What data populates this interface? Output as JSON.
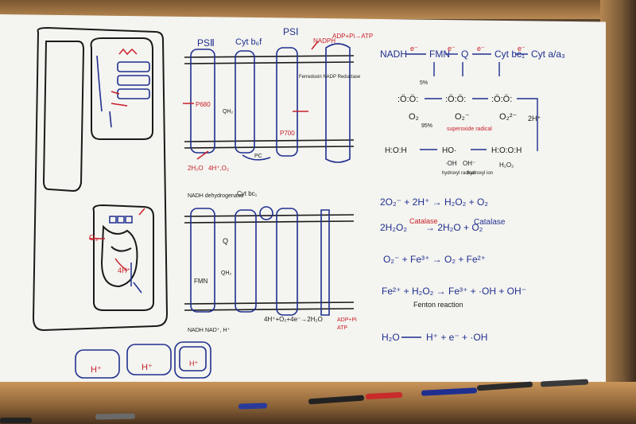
{
  "scene": {
    "colors": {
      "board": "#f4f4f0",
      "frame": "#b98a52",
      "blue_ink": "#1f2f8f",
      "red_ink": "#c81e28",
      "black_ink": "#1a1a1a"
    }
  },
  "diagram_labels": {
    "psii": "PSⅡ",
    "cytb6f": "Cyt b₆f",
    "psi": "PSⅠ",
    "nadph": "NADPH",
    "adp_atp": "ADP+Pi→ATP",
    "fnr": "Ferredoxin NADP Reductase",
    "nadh_dh": "NADH dehydrogenase",
    "cyt_bc1": "Cyt bc₁",
    "complex_iv_eq": "4H⁺+O₂+4e⁻→2H₂O",
    "nadh_bottom": "NADH",
    "nad_bottom": "NAD⁺, H⁺",
    "adp_pi": "ADP+Pi",
    "atp": "ATP",
    "h2o_psii": "2H₂O",
    "h_psii": "4H⁺,O₂",
    "p680": "P680",
    "p700": "P700",
    "pc": "PC",
    "fmn": "FMN",
    "q": "Q",
    "qh2": "QH₂"
  },
  "chain": {
    "nadh": "NADH",
    "fmn": "FMN",
    "q": "Q",
    "cyt_bc1": "Cyt bc₁",
    "cyt_aa3": "Cyt a/a₃",
    "e": "e⁻"
  },
  "ros": {
    "o2": "O₂",
    "superoxide": "O₂⁻",
    "superoxide_label": "superoxide radical",
    "peroxide": "O₂²⁻",
    "two_h": "2H⁺",
    "h2o": "H:O:H",
    "ho": "HO·",
    "oh_rad": "·OH",
    "oh_ion": "OH⁻",
    "hydroxyl_radical": "hydroxyl radical",
    "hydroxyl_ion": "hydroxyl ion",
    "h2o2": "H:O:O:H",
    "h2o2_formula": "H₂O₂",
    "pct5": "5%",
    "pct95": "95%"
  },
  "equations": {
    "eq1": "2O₂⁻ + 2H⁺ → H₂O₂ + O₂",
    "eq2_left": "2H₂O₂",
    "eq2_enzyme": "Catalase",
    "eq2_right": "→ 2H₂O + O₂",
    "eq2_note": "Catalase",
    "eq3": "O₂⁻ + Fe³⁺ → O₂ + Fe²⁺",
    "eq4": "Fe²⁺ + H₂O₂ → Fe³⁺ + ·OH + OH⁻",
    "eq4_note": "Fenton reaction",
    "eq5_left": "H₂O",
    "eq5_right": "H⁺ + e⁻ + ·OH"
  }
}
